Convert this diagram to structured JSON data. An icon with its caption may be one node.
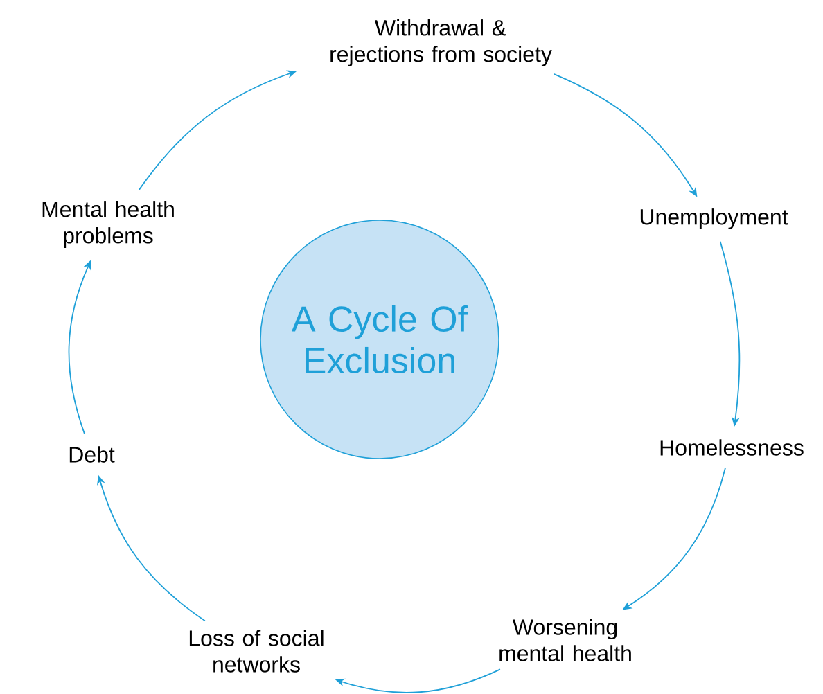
{
  "diagram": {
    "nodes": [
      {
        "text": [
          "A Cycle Of Exclusion"
        ]
      },
      {
        "text": [
          "Withdrawal & rejections from society"
        ]
      },
      {
        "text": [
          "Unemployment"
        ]
      },
      {
        "text": [
          "Homelessness"
        ]
      },
      {
        "text": [
          "Worsening mental health"
        ]
      },
      {
        "text": [
          "Loss of social networks"
        ]
      },
      {
        "text": [
          "Debt"
        ]
      },
      {
        "text": [
          "Mental health problems"
        ]
      }
    ],
    "edges": [
      {
        "from": 1,
        "to": 2,
        "arrow": "to"
      },
      {
        "from": 2,
        "to": 3,
        "arrow": "to"
      },
      {
        "from": 3,
        "to": 4,
        "arrow": "to"
      },
      {
        "from": 4,
        "to": 5,
        "arrow": "to"
      },
      {
        "from": 5,
        "to": 6,
        "arrow": "to"
      },
      {
        "from": 6,
        "to": 7,
        "arrow": "to"
      },
      {
        "from": 7,
        "to": 1,
        "arrow": "to"
      }
    ]
  }
}
